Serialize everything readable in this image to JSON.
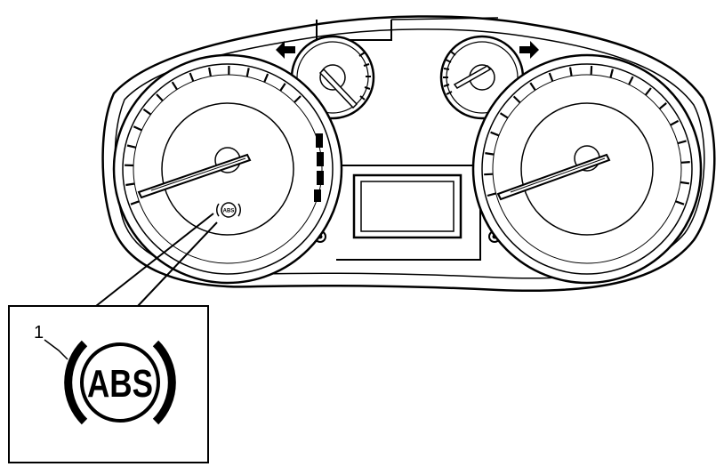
{
  "callout": {
    "number": "1",
    "symbol_text": "ABS"
  },
  "cluster": {
    "small_lamp_text": "ABS"
  },
  "icons": {
    "left_turn": "arrow-left-icon",
    "right_turn": "arrow-right-icon",
    "abs_warning": "abs-warning-icon"
  },
  "colors": {
    "line": "#000000",
    "background": "#ffffff"
  }
}
